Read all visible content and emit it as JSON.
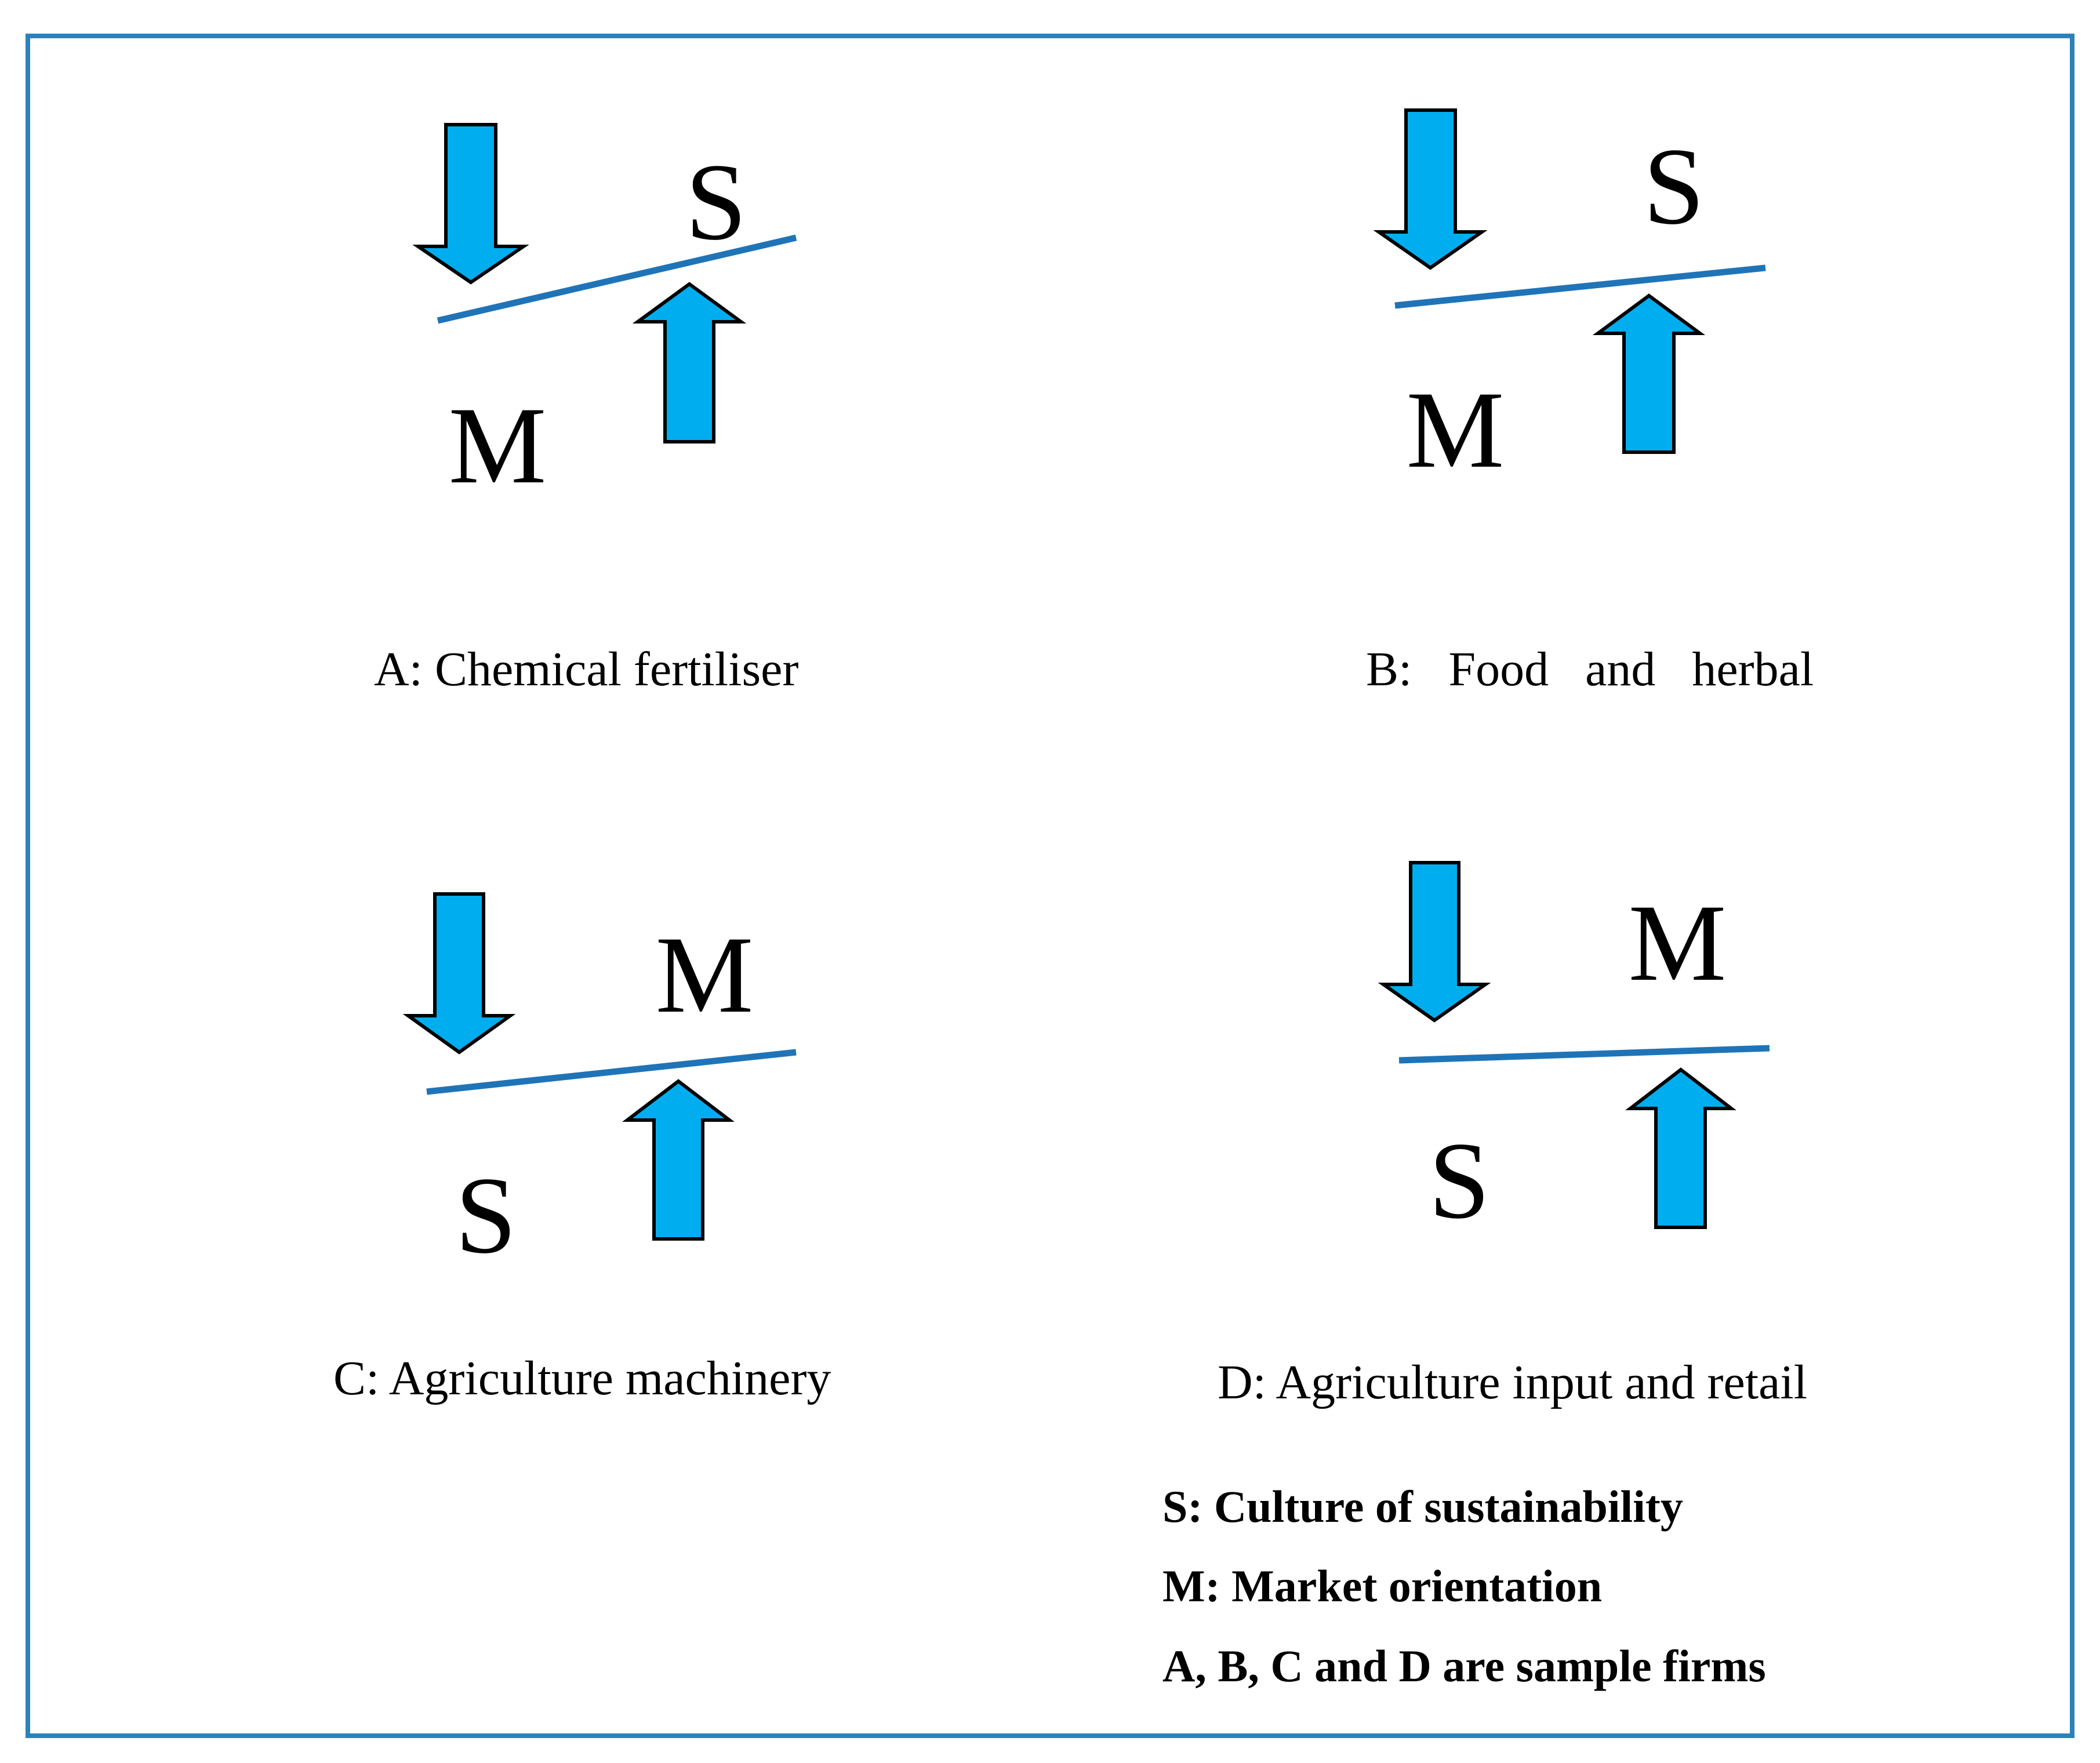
{
  "colors": {
    "frame": "#2C82B8",
    "line": "#1F74B8",
    "arrow_fill": "#00AEEF",
    "arrow_stroke": "#000000"
  },
  "panels": [
    {
      "id": "a",
      "top_label": "S",
      "bottom_label": "M",
      "caption": "A: Chemical fertiliser"
    },
    {
      "id": "b",
      "top_label": "S",
      "bottom_label": "M",
      "caption": "B:   Food   and   herbal"
    },
    {
      "id": "c",
      "top_label": "M",
      "bottom_label": "S",
      "caption": "C: Agriculture machinery"
    },
    {
      "id": "d",
      "top_label": "M",
      "bottom_label": "S",
      "caption": "D: Agriculture input and retail"
    }
  ],
  "legend": [
    "S: Culture of sustainability",
    "M: Market orientation",
    "A, B, C and D are sample firms"
  ]
}
